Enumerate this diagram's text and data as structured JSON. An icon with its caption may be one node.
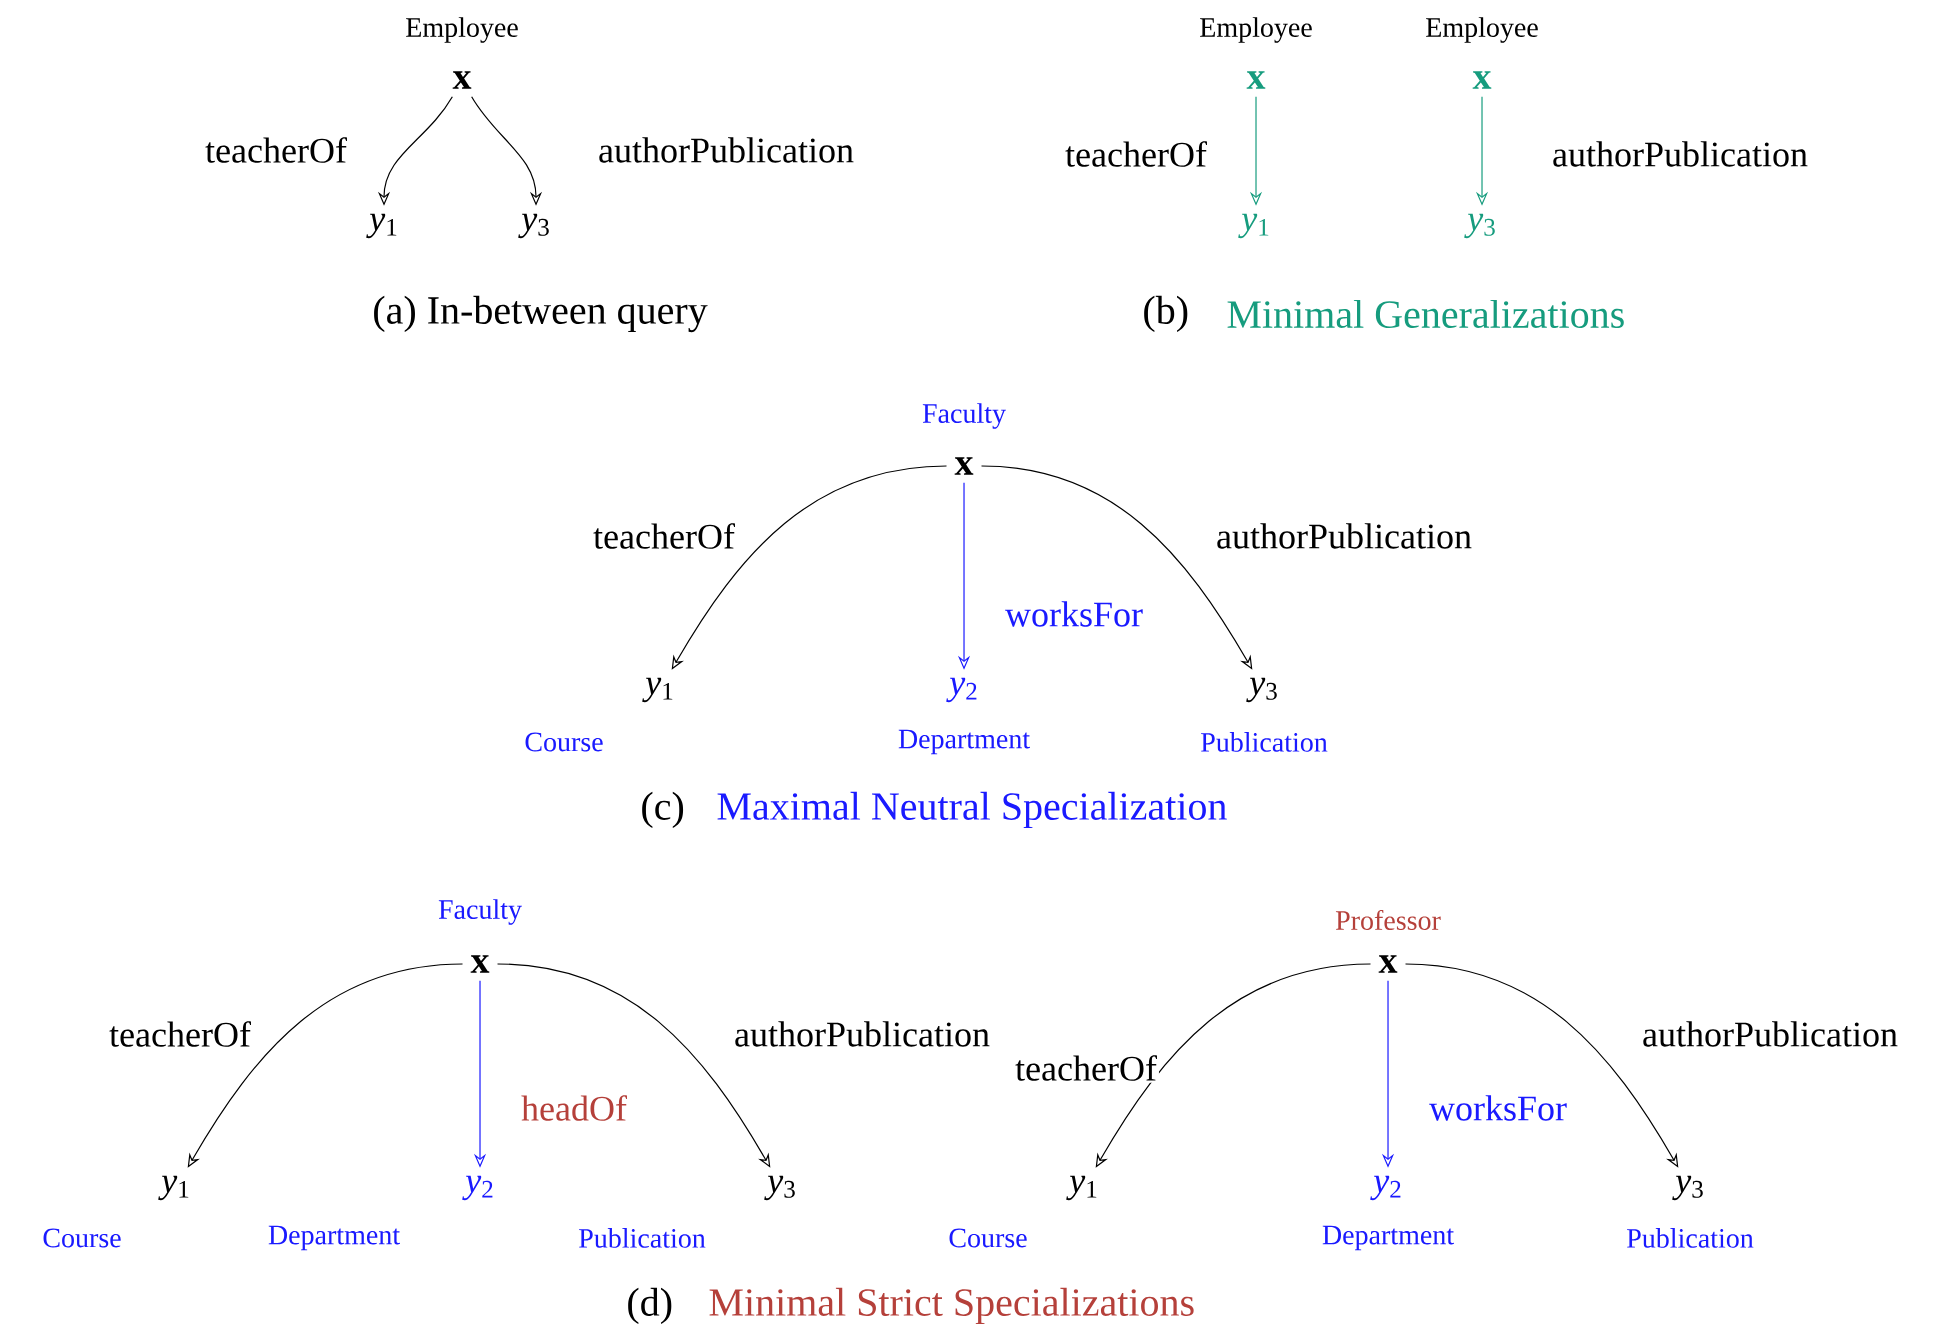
{
  "diagram": {
    "nodes": [
      {
        "text": [
          "x"
        ],
        "beside": [
          "Employee"
        ]
      },
      {
        "text": [
          "*y*$_{1}$"
        ]
      },
      {
        "text": [
          "*y*$_{3}$"
        ]
      },
      {
        "text": [
          "x"
        ],
        "beside": [
          "Employee"
        ]
      },
      {
        "text": [
          "*y*$_{1}$"
        ]
      },
      {
        "text": [
          "x"
        ],
        "beside": [
          "Employee"
        ]
      },
      {
        "text": [
          "*y*$_{3}$"
        ]
      },
      {
        "text": [
          "x"
        ],
        "beside": [
          "Faculty"
        ]
      },
      {
        "text": [
          "*y*$_{1}$"
        ],
        "beside": [
          "Course"
        ]
      },
      {
        "text": [
          "*y*$_{2}$"
        ],
        "beside": [
          "Department"
        ]
      },
      {
        "text": [
          "*y*$_{3}$"
        ],
        "beside": [
          "Publication"
        ]
      },
      {
        "text": [
          "x"
        ],
        "beside": [
          "Faculty"
        ]
      },
      {
        "text": [
          "*y*$_{1}$"
        ],
        "beside": [
          "Course"
        ]
      },
      {
        "text": [
          "*y*$_{2}$"
        ],
        "beside": [
          "Department"
        ]
      },
      {
        "text": [
          "*y*$_{3}$"
        ],
        "beside": [
          "Publication"
        ]
      },
      {
        "text": [
          "x"
        ],
        "beside": [
          "Professor"
        ]
      },
      {
        "text": [
          "*y*$_{1}$"
        ],
        "beside": [
          "Course"
        ]
      },
      {
        "text": [
          "*y*$_{2}$"
        ],
        "beside": [
          "Department"
        ]
      },
      {
        "text": [
          "*y*$_{3}$"
        ],
        "beside": [
          "Publication"
        ]
      }
    ],
    "edges": [
      {
        "from": 0,
        "to": 1,
        "arrow": "to",
        "label": "teacherOf"
      },
      {
        "from": 0,
        "to": 2,
        "arrow": "to",
        "label": "authorPublication"
      },
      {
        "from": 3,
        "to": 4,
        "arrow": "to",
        "label": "teacherOf",
        "color": "#169c7e"
      },
      {
        "from": 5,
        "to": 6,
        "arrow": "to",
        "label": "authorPublication",
        "color": "#169c7e"
      },
      {
        "from": 7,
        "to": 8,
        "arrow": "to",
        "label": "teacherOf"
      },
      {
        "from": 7,
        "to": 9,
        "arrow": "to",
        "label": "worksFor",
        "color": "#1a1aff"
      },
      {
        "from": 7,
        "to": 10,
        "arrow": "to",
        "label": "authorPublication"
      },
      {
        "from": 11,
        "to": 12,
        "arrow": "to",
        "label": "teacherOf"
      },
      {
        "from": 11,
        "to": 13,
        "arrow": "to",
        "label": "headOf",
        "color": "#1a1aff"
      },
      {
        "from": 11,
        "to": 14,
        "arrow": "to",
        "label": "authorPublication"
      },
      {
        "from": 15,
        "to": 16,
        "arrow": "to",
        "label": "teacherOf"
      },
      {
        "from": 15,
        "to": 17,
        "arrow": "to",
        "label": "worksFor",
        "color": "#1a1aff"
      },
      {
        "from": 15,
        "to": 18,
        "arrow": "to",
        "label": "authorPublication"
      }
    ],
    "labels": [
      "(a) In-between query",
      "(b)",
      "Minimal Generalizations",
      "(c)",
      "Maximal Neutral Specialization",
      "(d)",
      "Minimal Strict Specializations"
    ]
  }
}
